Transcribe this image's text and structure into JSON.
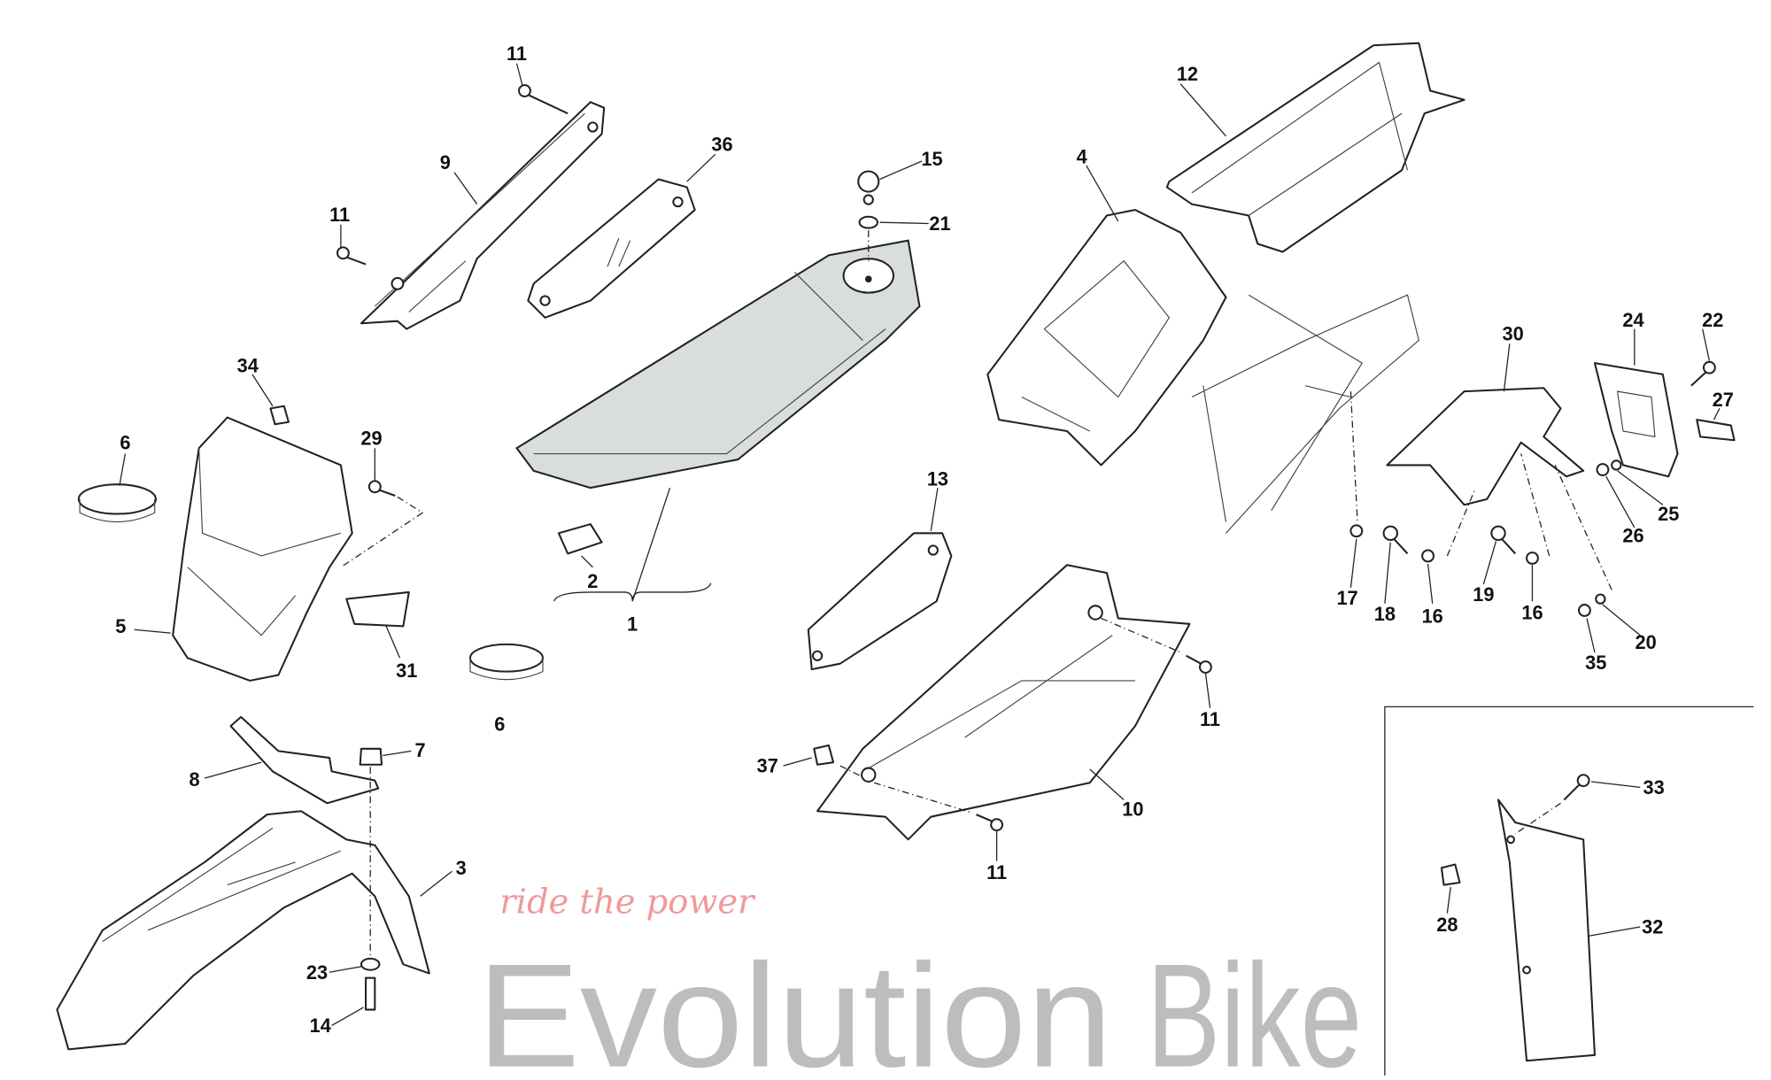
{
  "watermark": {
    "brand_line1": "Evolution",
    "brand_line2": "Bike",
    "tagline": "ride the power"
  },
  "colors": {
    "seat_fill": "#d9dddd",
    "line": "#222222"
  },
  "labels": [
    "11",
    "9",
    "11",
    "36",
    "15",
    "21",
    "12",
    "4",
    "34",
    "6",
    "29",
    "5",
    "31",
    "2",
    "1",
    "6",
    "13",
    "30",
    "24",
    "22",
    "27",
    "25",
    "26",
    "17",
    "18",
    "16",
    "19",
    "16",
    "35",
    "20",
    "11",
    "10",
    "37",
    "11",
    "8",
    "7",
    "3",
    "23",
    "14",
    "33",
    "28",
    "32"
  ]
}
